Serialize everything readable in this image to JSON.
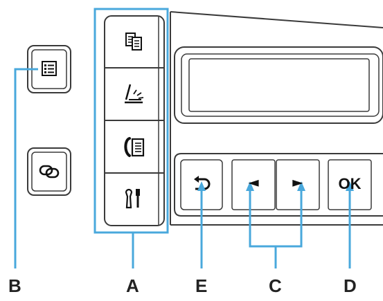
{
  "labels": {
    "a": "A",
    "b": "B",
    "c": "C",
    "d": "D",
    "e": "E"
  },
  "buttons": {
    "ok": "OK",
    "left_arrow": "◄",
    "right_arrow": "►"
  },
  "icons": {
    "menu": "menu-icon",
    "wireless_connect": "wireless-connect-icon",
    "copy": "copy-icon",
    "scan": "scan-icon",
    "fax": "fax-icon",
    "setup": "setup-tools-icon",
    "back": "back-arrow-icon"
  },
  "colors": {
    "callout": "#49a8dc",
    "outline": "#3a3a3a",
    "panel": "#f2f2f2",
    "text": "#222222"
  }
}
